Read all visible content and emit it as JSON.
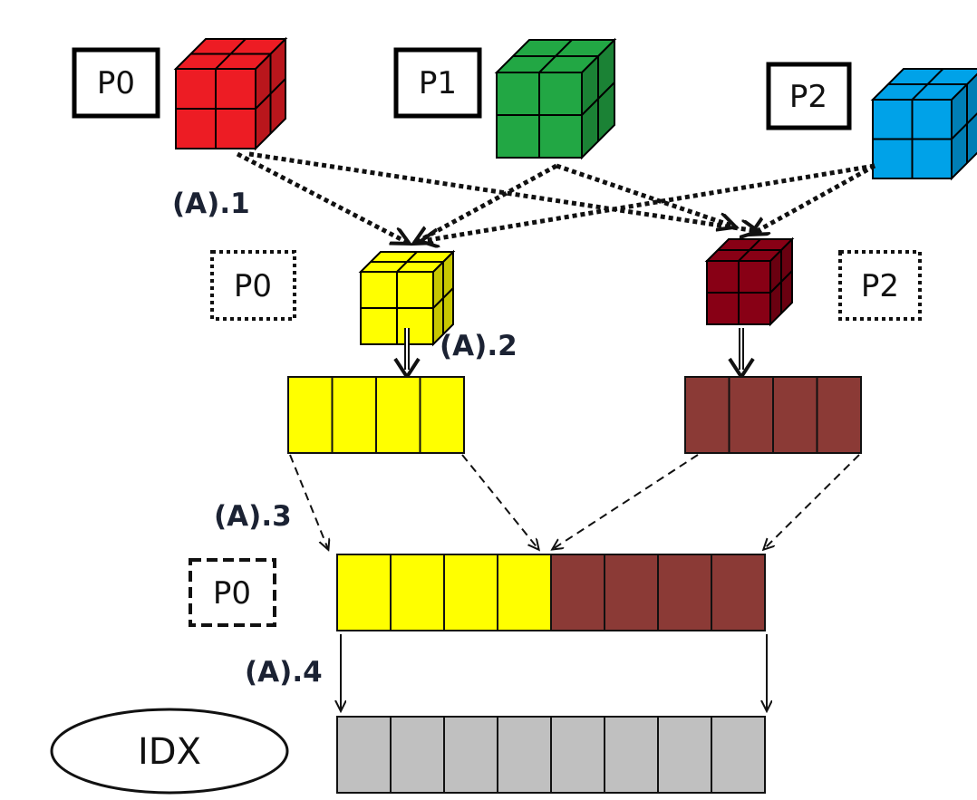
{
  "processes": {
    "src": [
      "P0",
      "P1",
      "P2"
    ],
    "reducers": [
      "P0",
      "P2"
    ],
    "gather": "P0"
  },
  "steps": [
    "(A).1",
    "(A).2",
    "(A).3",
    "(A).4"
  ],
  "index_label": "IDX",
  "colors": {
    "p0_cube": "#ed1c24",
    "p1_cube": "#22a744",
    "p2_cube": "#00a2e8",
    "reduced_p0": "#ffff00",
    "reduced_p2": "#880015",
    "array_p2": "#8b3a36",
    "index_cells": "#c0c0c0"
  }
}
